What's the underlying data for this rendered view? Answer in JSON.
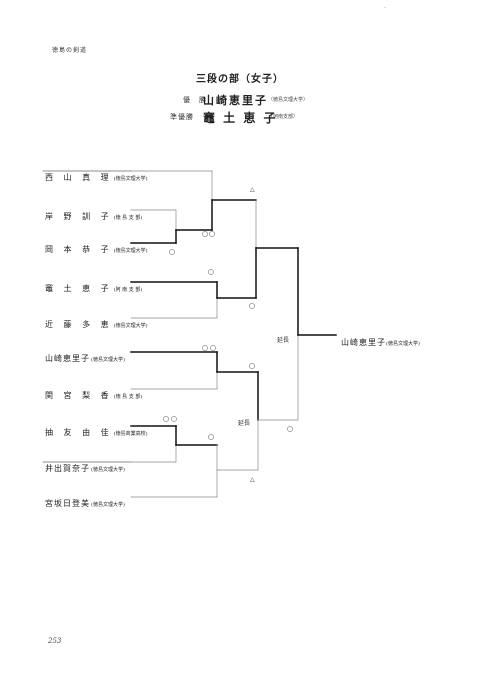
{
  "header": "徳島の剣道",
  "corner_mark": "-",
  "title": "三段の部（女子）",
  "results": {
    "champion_label": "優　勝",
    "champion_name": "山崎恵里子",
    "champion_team": "（徳島文理大学）",
    "runnerup_label": "準優勝",
    "runnerup_name": "竈 土 恵 子",
    "runnerup_team": "（阿南支部）"
  },
  "players": [
    {
      "name": "西 山 真 理",
      "team": "(徳島文理大学)"
    },
    {
      "name": "岸 野 訓 子",
      "team": "(徳 島 支 部)"
    },
    {
      "name": "岡 本 恭 子",
      "team": "(徳島文理大学)"
    },
    {
      "name": "竈 土 恵 子",
      "team": "(阿 南 支 部)"
    },
    {
      "name": "近 藤 多 恵",
      "team": "(徳島文理大学)"
    },
    {
      "name": "山崎恵里子",
      "team": "(徳島文理大学)"
    },
    {
      "name": "関 宮 梨 香",
      "team": "(徳 島 支 部)"
    },
    {
      "name": "抽 友 由 佳",
      "team": "(徳島商業高校)"
    },
    {
      "name": "井出賀奈子",
      "team": "(徳島文理大学)"
    },
    {
      "name": "宮坂日登美",
      "team": "(徳島文理大学)"
    }
  ],
  "notes": {
    "extension_final": "延長",
    "extension_semi": "延長",
    "triangle_top": "△",
    "triangle_bottom": "△"
  },
  "winner": {
    "name": "山崎恵里子",
    "team": "(徳島文理大学)"
  },
  "page_number": "253"
}
